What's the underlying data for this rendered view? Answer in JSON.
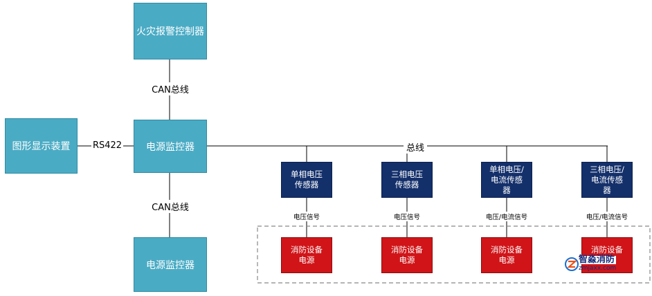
{
  "nodes": {
    "fire_alarm_controller": "火灾报警控制器",
    "graphic_display": "图形显示装置",
    "power_monitor_main": "电源监控器",
    "power_monitor_sub": "电源监控器",
    "sensors": [
      {
        "line1": "单相电压",
        "line2": "传感器",
        "line3": ""
      },
      {
        "line1": "三相电压",
        "line2": "传感器",
        "line3": ""
      },
      {
        "line1": "单相电压/",
        "line2": "电流传感",
        "line3": "器"
      },
      {
        "line1": "三相电压/",
        "line2": "电流传感",
        "line3": "器"
      }
    ],
    "devices": [
      {
        "line1": "消防设备",
        "line2": "电源"
      },
      {
        "line1": "消防设备",
        "line2": "电源"
      },
      {
        "line1": "消防设备",
        "line2": "电源"
      },
      {
        "line1": "消防设备",
        "line2": "电源"
      }
    ]
  },
  "edges": {
    "can_bus_top": "CAN总线",
    "can_bus_bottom": "CAN总线",
    "rs422": "RS422",
    "bus": "总线",
    "signals": [
      "电压信号",
      "电压信号",
      "电压/电流信号",
      "电压/电流信号"
    ]
  },
  "watermark": {
    "name": "智淼消防",
    "url": "zmjaxx.com"
  },
  "colors": {
    "teal": "#4aabc4",
    "navy": "#14306b",
    "red": "#d01418",
    "line": "#000000",
    "dashed": "#888888"
  }
}
